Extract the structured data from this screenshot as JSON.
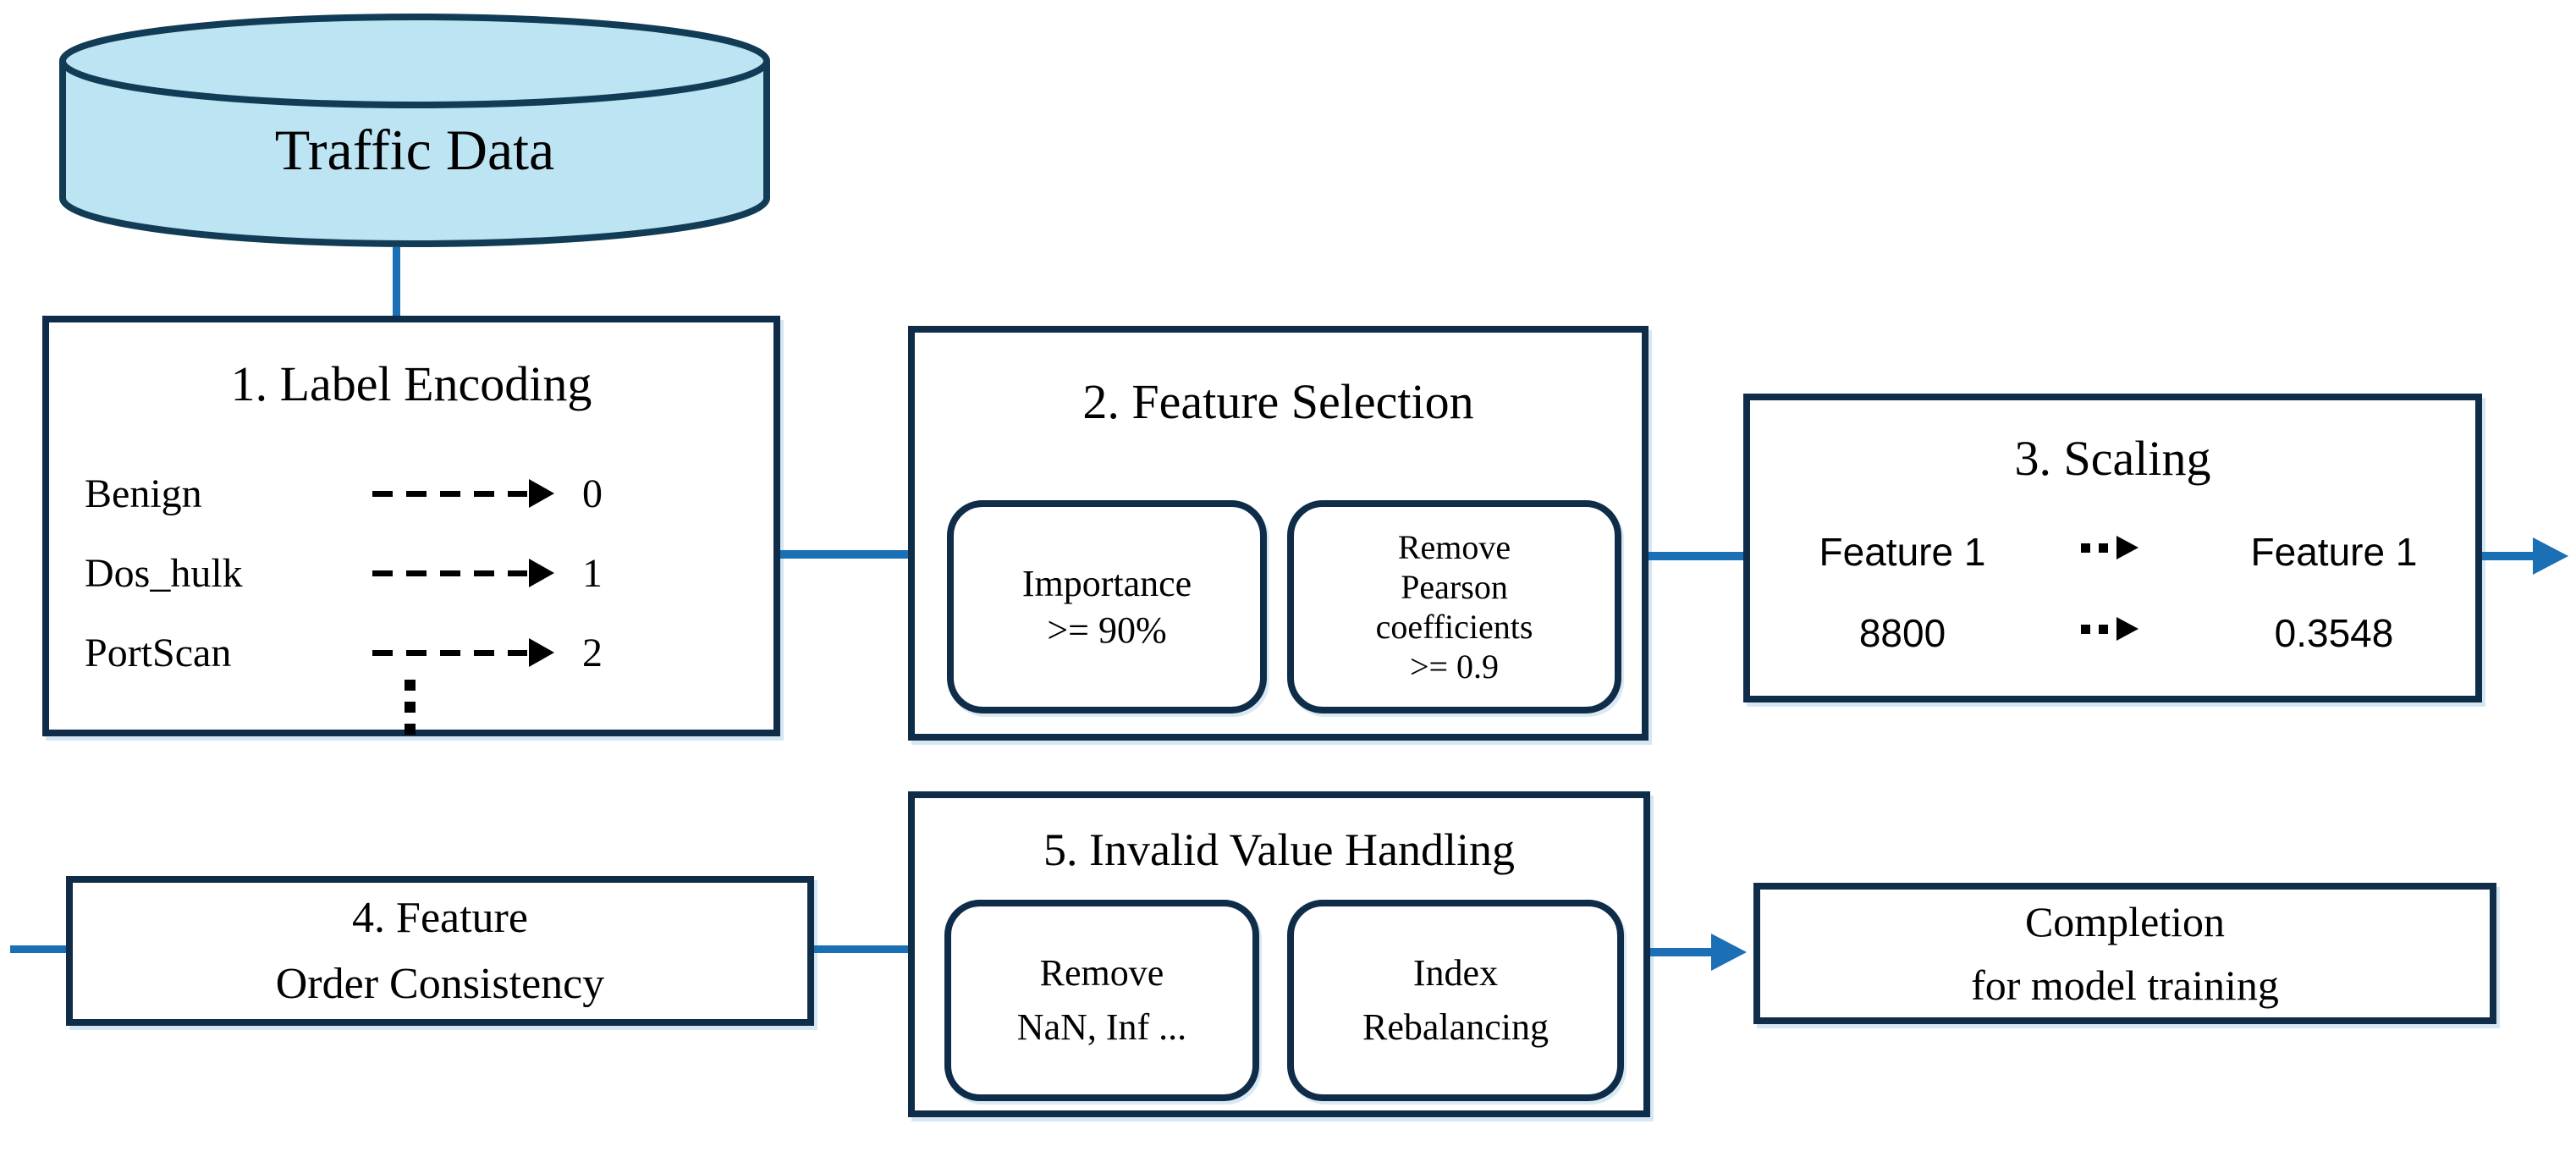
{
  "colors": {
    "connector": "#1b6fb5",
    "box_border": "#0f2d49",
    "cylinder_fill": "#bde4f2",
    "cylinder_stroke": "#123c55",
    "text": "#000000",
    "background": "#ffffff"
  },
  "cylinder": {
    "label": "Traffic Data"
  },
  "step1": {
    "title": "1. Label Encoding",
    "rows": [
      {
        "label": "Benign",
        "value": "0"
      },
      {
        "label": "Dos_hulk",
        "value": "1"
      },
      {
        "label": "PortScan",
        "value": "2"
      }
    ]
  },
  "step2": {
    "title": "2. Feature Selection",
    "chips": [
      {
        "lines": [
          "Importance",
          ">= 90%"
        ]
      },
      {
        "lines": [
          "Remove",
          "Pearson",
          "coefficients",
          ">= 0.9"
        ]
      }
    ]
  },
  "step3": {
    "title": "3. Scaling",
    "rows": [
      {
        "from": "Feature 1",
        "to": "Feature 1"
      },
      {
        "from": "8800",
        "to": "0.3548"
      }
    ]
  },
  "step4": {
    "title_line1": "4. Feature",
    "title_line2": "Order Consistency"
  },
  "step5": {
    "title": "5. Invalid Value Handling",
    "chips": [
      {
        "lines": [
          "Remove",
          "NaN, Inf ..."
        ]
      },
      {
        "lines": [
          "Index",
          "Rebalancing"
        ]
      }
    ]
  },
  "completion": {
    "line1": "Completion",
    "line2": "for model training"
  }
}
